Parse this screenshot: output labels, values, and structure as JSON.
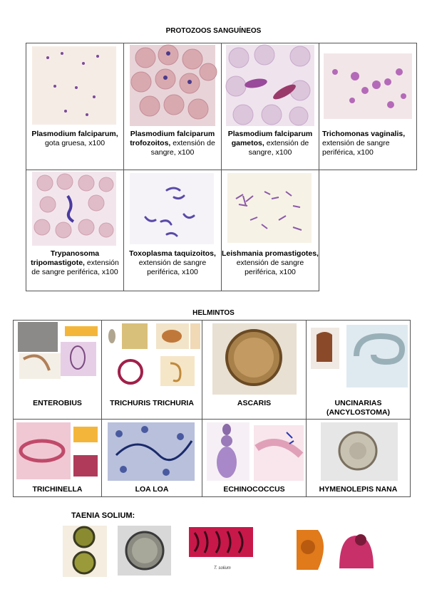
{
  "protozoos": {
    "title": "PROTOZOOS SANGUÍNEOS",
    "items": [
      {
        "name": "Plasmodium falciparum,",
        "desc": " gota gruesa, x100"
      },
      {
        "name": "Plasmodium falciparum trofozoitos,",
        "desc": " extensión de sangre, x100"
      },
      {
        "name": "Plasmodium falciparum gametos,",
        "desc": " extensión de sangre, x100"
      },
      {
        "name": "Trichomonas vaginalis,",
        "desc": " extensión de sangre periférica, x100"
      },
      {
        "name": "Trypanosoma tripomastigote,",
        "desc": " extensión de sangre periférica, x100"
      },
      {
        "name": "Toxoplasma taquizoitos,",
        "desc": " extensión de sangre periférica, x100"
      },
      {
        "name": "Leishmania promastigotes,",
        "desc": " extensión de sangre periférica, x100"
      }
    ]
  },
  "helmintos": {
    "title": "HELMINTOS",
    "labels": [
      "ENTEROBIUS",
      "TRICHURIS TRICHURIA",
      "ASCARIS",
      "UNCINARIAS (ANCYLOSTOMA)",
      "TRICHINELLA",
      "LOA LOA",
      "ECHINOCOCCUS",
      "HYMENOLEPIS NANA"
    ]
  },
  "taenia": {
    "title": "TAENIA SOLIUM:",
    "caption": "T. solium"
  }
}
